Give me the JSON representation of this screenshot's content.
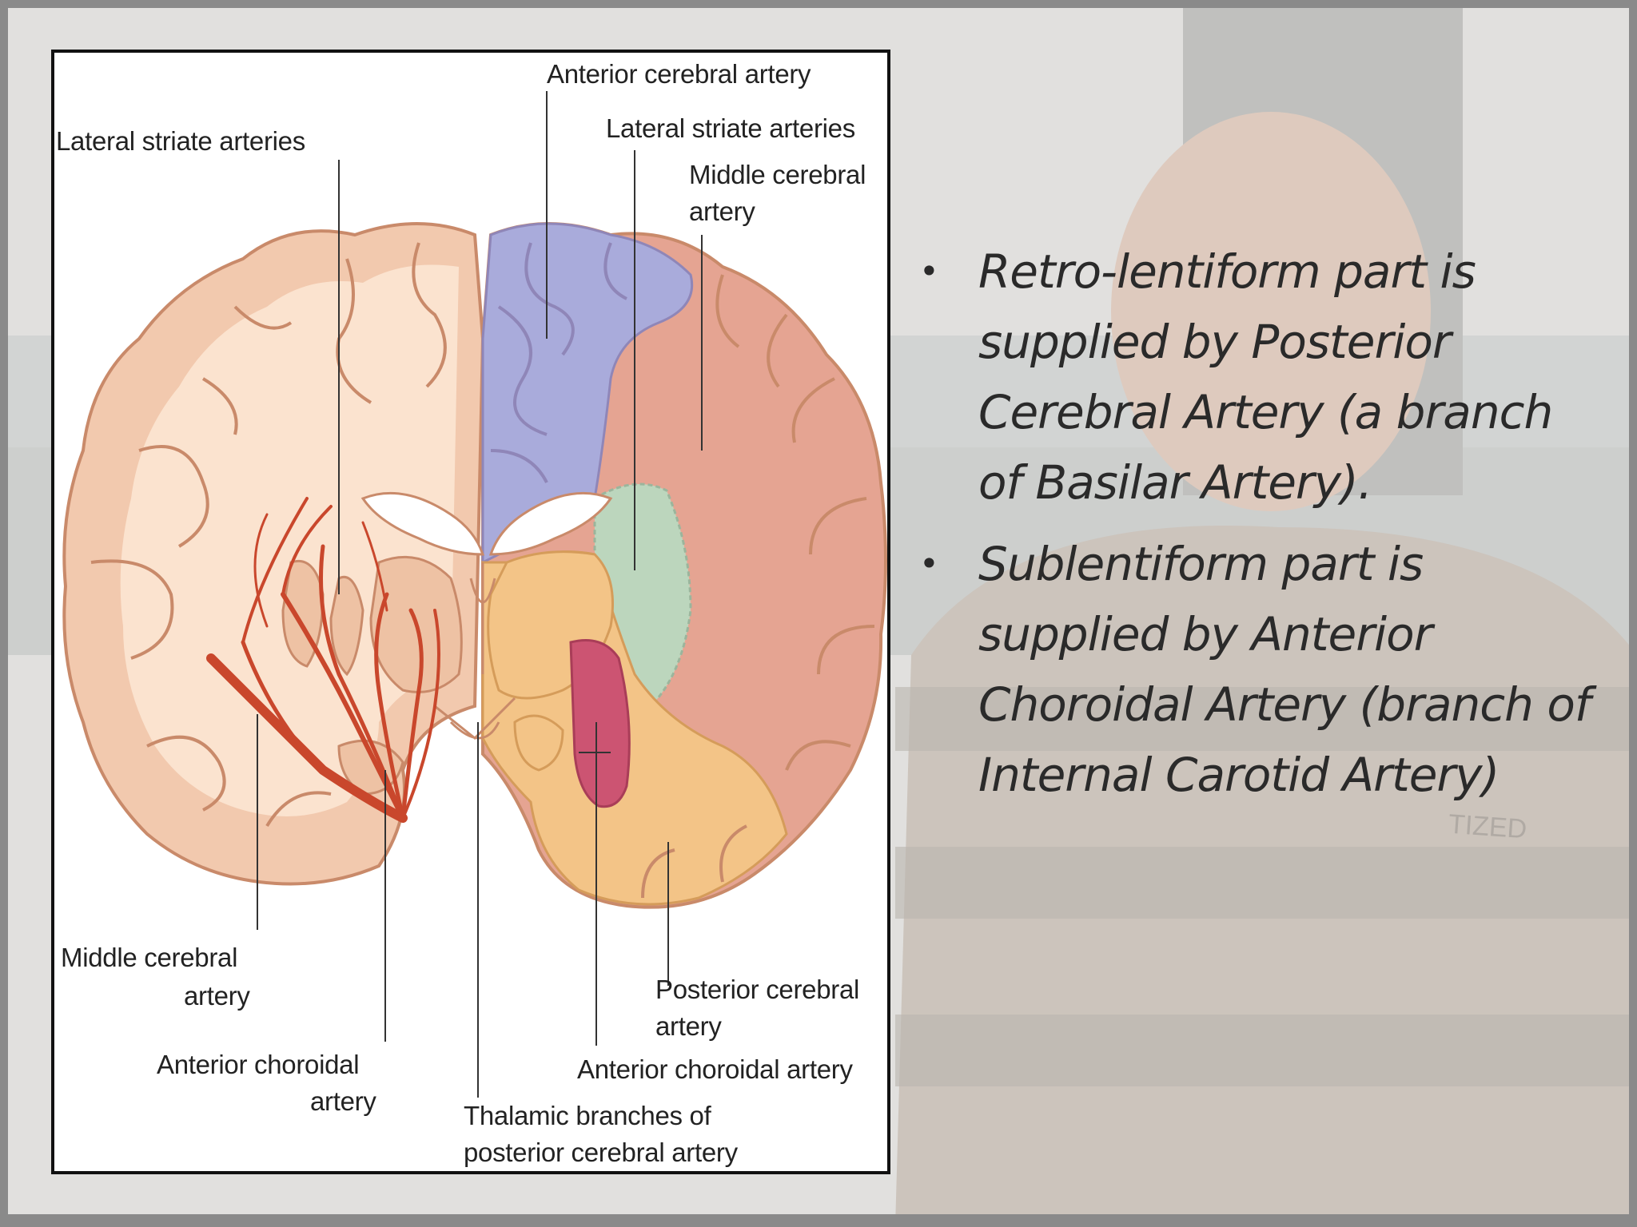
{
  "figure": {
    "labels": {
      "anterior_cerebral_artery": "Anterior cerebral artery",
      "lateral_striate_left": "Lateral striate arteries",
      "lateral_striate_right": "Lateral striate arteries",
      "middle_cerebral_right_line1": "Middle cerebral",
      "middle_cerebral_right_line2": "artery",
      "middle_cerebral_left_line1": "Middle cerebral",
      "middle_cerebral_left_line2": "artery",
      "anterior_choroidal_left_line1": "Anterior choroidal",
      "anterior_choroidal_left_line2": "artery",
      "thalamic_line1": "Thalamic branches of",
      "thalamic_line2": "posterior cerebral artery",
      "anterior_choroidal_right": "Anterior choroidal artery",
      "posterior_cerebral_line1": "Posterior cerebral",
      "posterior_cerebral_line2": "artery"
    },
    "colors": {
      "cortex_tan": "#f2c9ae",
      "cortex_outline": "#c98a6a",
      "white_matter": "#fbe3cf",
      "aca_territory": "#a9abdb",
      "mca_territory": "#e5a492",
      "pca_territory": "#f3c487",
      "achoa_territory": "#cc5472",
      "internal_capsule": "#bcd6bd",
      "artery_red": "#c9472c"
    }
  },
  "bullets": [
    "Retro-lentiform part is supplied by Posterior Cerebral Artery (a branch of Basilar Artery).",
    "Sublentiform part is supplied by Anterior Choroidal Artery (branch of Internal Carotid Artery)"
  ],
  "watermark": {
    "text": "TIZED"
  }
}
